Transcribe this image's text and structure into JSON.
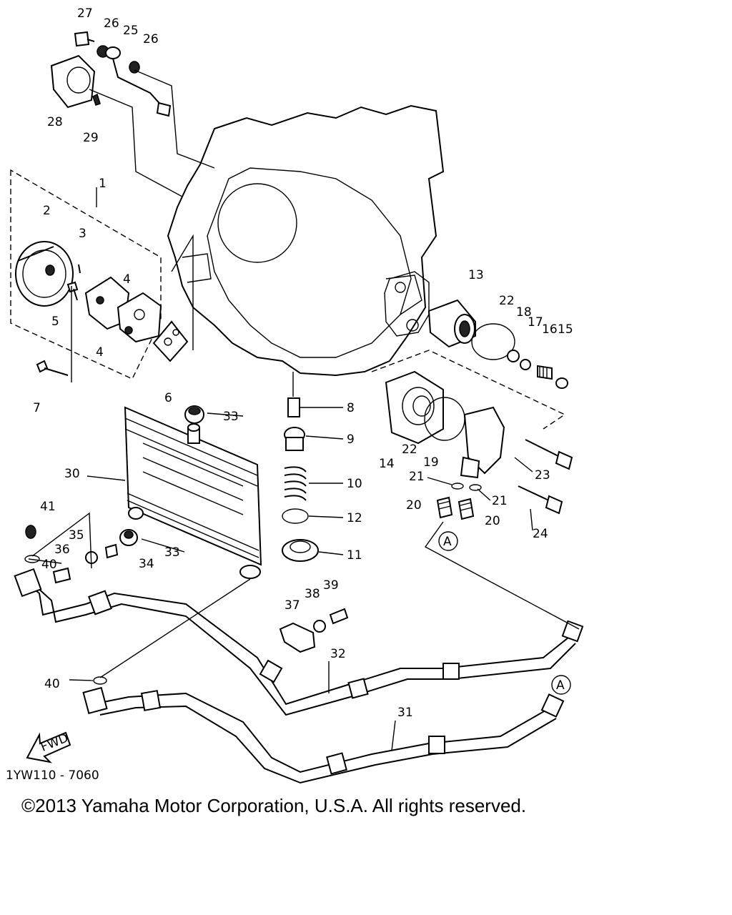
{
  "diagram": {
    "labels": [
      "27",
      "26",
      "25",
      "26",
      "28",
      "29",
      "1",
      "2",
      "3",
      "5",
      "4",
      "4",
      "6",
      "7",
      "13",
      "22",
      "18",
      "17",
      "16",
      "15",
      "8",
      "9",
      "10",
      "12",
      "11",
      "14",
      "22",
      "19",
      "23",
      "21",
      "21",
      "20",
      "20",
      "24",
      "33",
      "30",
      "41",
      "35",
      "36",
      "40",
      "33",
      "34",
      "39",
      "38",
      "37",
      "32",
      "40",
      "31"
    ],
    "circle_markers": [
      "A",
      "A"
    ],
    "fwd_label": "FWD",
    "drawing_code": "1YW110 - 7060"
  },
  "footer": {
    "copyright": "©2013 Yamaha Motor Corporation, U.S.A. All rights reserved."
  }
}
